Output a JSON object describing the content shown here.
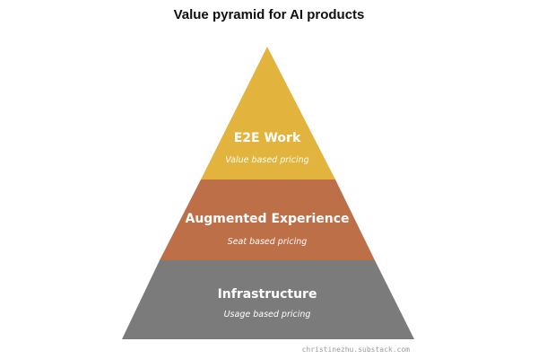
{
  "title": "Value pyramid for AI products",
  "tiers": [
    {
      "name": "E2E Work",
      "pricing": "Value based pricing",
      "color": "#e2b33d"
    },
    {
      "name": "Augmented Experience",
      "pricing": "Seat based pricing",
      "color": "#bd6f48"
    },
    {
      "name": "Infrastructure",
      "pricing": "Usage based pricing",
      "color": "#7b7b7b"
    }
  ],
  "credit": "christinezhu.substack.com"
}
